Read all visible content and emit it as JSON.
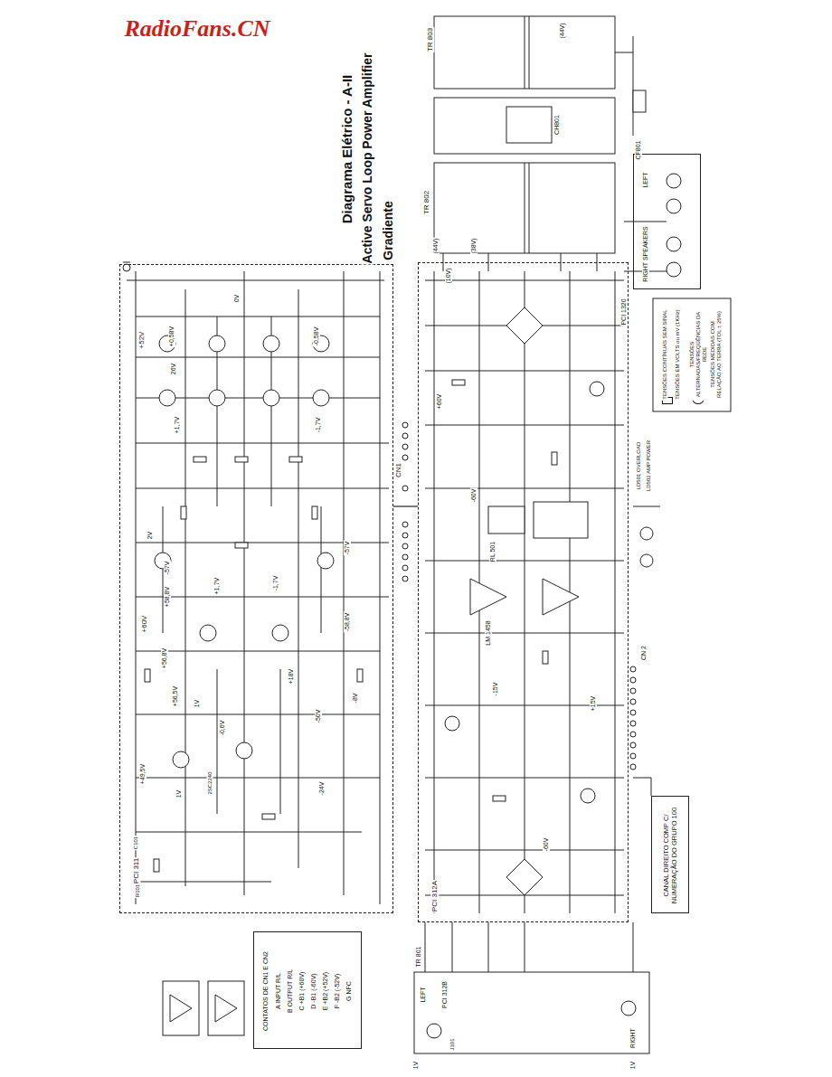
{
  "diagram": {
    "title": "Diagrama Elétrico - A-II",
    "nodes": [
      {
        "text": [
          "PCI 311"
        ]
      },
      {
        "text": [
          "PCI 312A"
        ]
      },
      {
        "text": [
          "RIGHT SPEAKERS",
          "LEFT"
        ]
      },
      {
        "text": [
          "CANAL DIREITO COMP C/ NUMERAÇÃO DO GRUPO 100"
        ]
      },
      {
        "text": [
          "CONTATOS DE CN1 E CN2",
          "A INPUT R/L",
          "B OUTPUT R/L",
          "C +B1 (+60V)",
          "D -B1 (-60V)",
          "E +B2 (+52V)",
          "F -B2 (-52V)",
          "G NFC"
        ]
      }
    ],
    "edges": [
      {
        "from": 0,
        "to": 1,
        "arrow": "none"
      }
    ],
    "labels": [
      "RadioFans.CN",
      "Active Servo Loop Power Amplifier",
      "Gradiente",
      "+52V",
      "+0,58V",
      "-0,58V",
      "26V",
      "0V",
      "+1,7V",
      "-1,7V",
      "2V",
      "-57V",
      "+58,8V",
      "+60V",
      "+56,8V",
      "+56,5V",
      "+1,7V",
      "-1,7V",
      "-57V",
      "-58,8V",
      "1V",
      "+18V",
      "-0,6V",
      "-50V",
      "-8V",
      "+49,5V",
      "1V",
      "-24V",
      "2SC2240",
      "C101",
      "R101",
      "CN1",
      "TR 803",
      "(44V)",
      "CH801",
      "CF801",
      "TR 802",
      "(44V)",
      "(10V)",
      "(38V)",
      "+60V",
      "-60V",
      "RL 501",
      "LM 1458",
      "-15V",
      "+15V",
      "-60V",
      "LD501 OVERLOAD",
      "LD502 AMP POWER",
      "CN 2",
      "PCI 1320",
      "TENSÕES EM VOLTS ou mV (1KHz)",
      "TENSÕES MEDIDAS COM RELAÇÃO AO TERRA (TOL ± 25%)",
      "TR 801",
      "LEFT",
      "PCI 312B",
      "J101",
      "1V",
      "RIGHT",
      "1V"
    ],
    "legend": [
      {
        "text": "TENSÕES CONTÍNUAS SEM SINAL"
      },
      {
        "text": "TENSÕES ALTERNADAS/FREQÜÊNCIAS DA REDE"
      }
    ]
  }
}
